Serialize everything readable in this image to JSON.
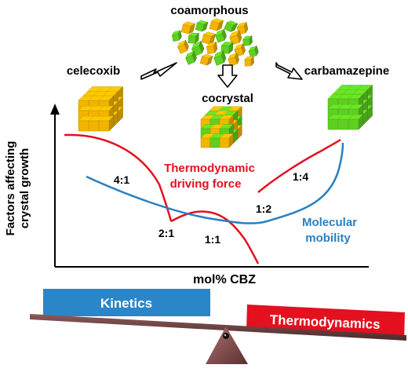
{
  "labels": {
    "coamorphous": "coamorphous",
    "celecoxib": "celecoxib",
    "cocrystal": "cocrystal",
    "carbamazepine": "carbamazepine",
    "y_axis_line1": "Factors affecting",
    "y_axis_line2": "crystal growth",
    "x_axis": "mol% CBZ",
    "ratio_4_1": "4:1",
    "ratio_2_1": "2:1",
    "ratio_1_1": "1:1",
    "ratio_1_2": "1:2",
    "ratio_1_4": "1:4",
    "thermo_line1": "Thermodynamic",
    "thermo_line2": "driving force",
    "mobility_line1": "Molecular",
    "mobility_line2": "mobility",
    "kinetics": "Kinetics",
    "thermodynamics": "Thermodynamics"
  },
  "colors": {
    "thermodynamic_curve": "#e3101f",
    "mobility_curve": "#2a7fc1",
    "celecoxib_cube": "#f3b400",
    "carbamazepine_cube": "#5fcf22",
    "kinetics_box": "#2a86c8",
    "thermodynamics_box": "#e3101f",
    "seesaw_beam": "#6a3d3d",
    "fulcrum": "#8a5050"
  }
}
